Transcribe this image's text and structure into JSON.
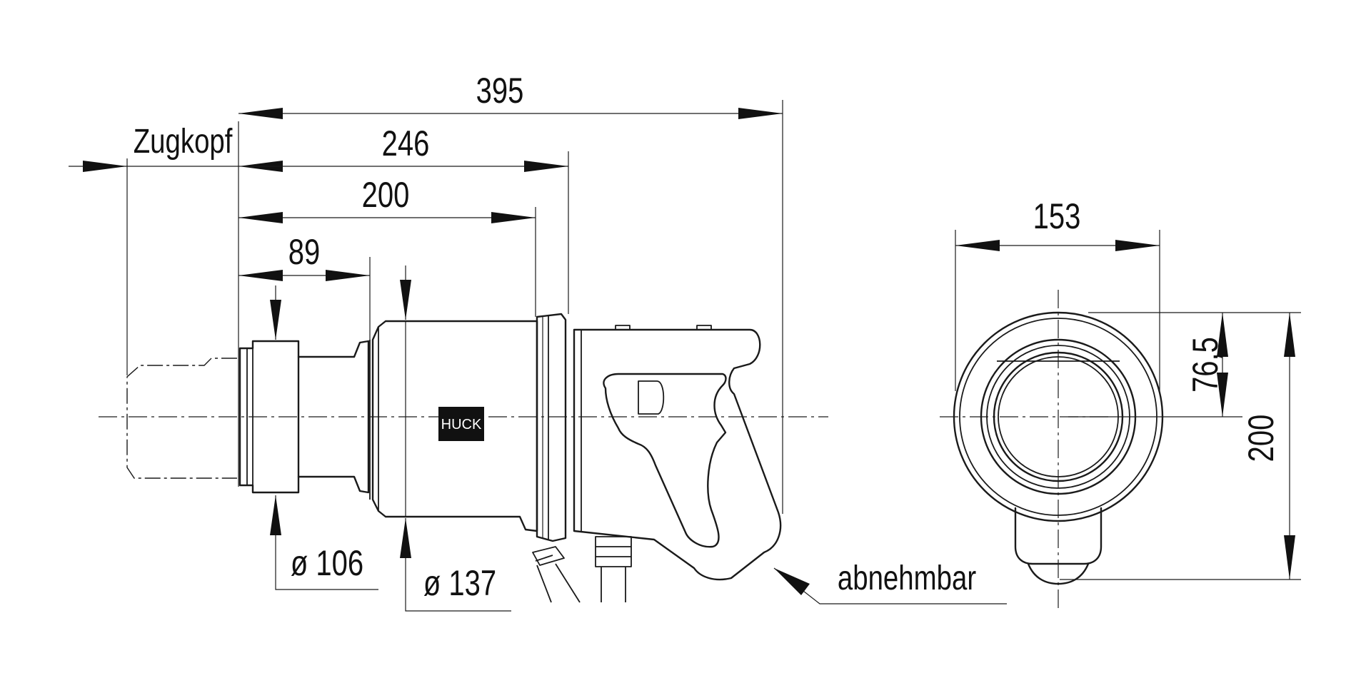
{
  "dimensions": {
    "overall_length": "395",
    "body_length": "246",
    "front_length": "200",
    "nose_length": "89",
    "nose_diameter": "ø 106",
    "body_diameter": "ø 137",
    "front_width": "153",
    "center_offset": "76,5",
    "front_height": "200"
  },
  "labels": {
    "pulling_head": "Zugkopf",
    "removable": "abnehmbar",
    "brand": "HUCK"
  }
}
